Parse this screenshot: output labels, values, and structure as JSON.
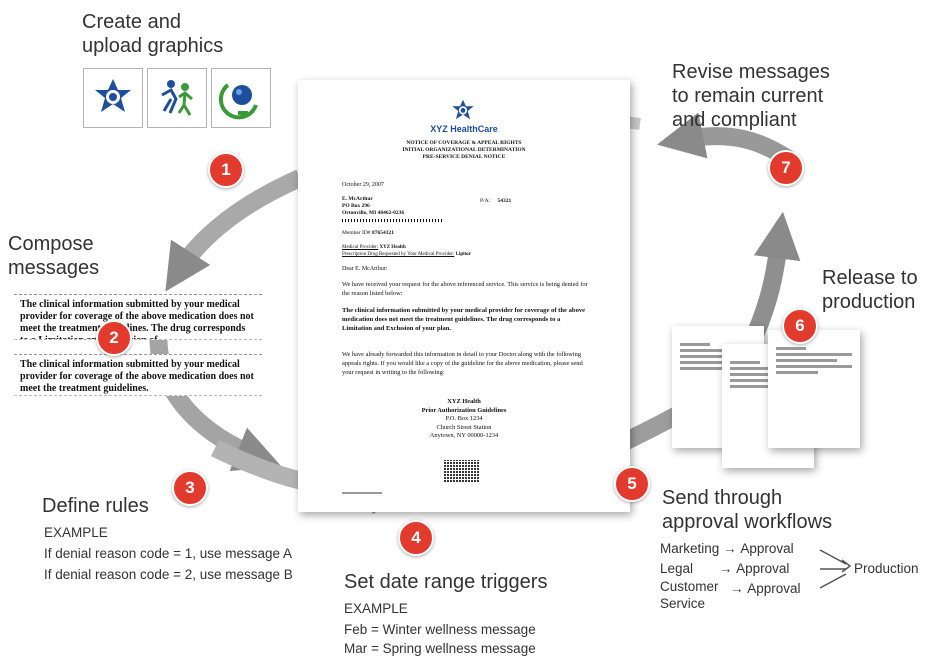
{
  "steps": {
    "s1": {
      "title": "Create and\nupload graphics",
      "num": "1"
    },
    "s2": {
      "title": "Compose\nmessages",
      "num": "2"
    },
    "s3": {
      "title": "Define rules",
      "num": "3",
      "example_label": "EXAMPLE",
      "lines": [
        "If denial reason code = 1, use message A",
        "If denial reason code = 2, use message B"
      ]
    },
    "s4": {
      "title": "Set date range triggers",
      "num": "4",
      "example_label": "EXAMPLE",
      "lines": [
        "Feb = Winter wellness message",
        "Mar = Spring wellness message"
      ]
    },
    "s5": {
      "title": "Send through\napproval workflows",
      "num": "5"
    },
    "s6": {
      "title": "Release to\nproduction",
      "num": "6"
    },
    "s7": {
      "title": "Revise messages\nto remain current\nand compliant",
      "num": "7"
    }
  },
  "workflow": {
    "rows": [
      {
        "from": "Marketing",
        "to": "Approval"
      },
      {
        "from": "Legal",
        "to": "Approval"
      },
      {
        "from": "Customer\nService",
        "to": "Approval"
      }
    ],
    "final": "Production"
  },
  "message_snippets": [
    "The clinical information submitted by your medical provider for coverage of the above medication does not meet the treatment guidelines. The drug corresponds to a Limitation and Exclusion of",
    "The clinical information submitted by your medical provider for coverage of the above medication does not meet the treatment guidelines."
  ],
  "letter": {
    "brand": "XYZ HealthCare",
    "heading": [
      "NOTICE OF COVERAGE & APPEAL RIGHTS",
      "INITIAL ORGANIZATIONAL DETERMINATION",
      "PRE-SERVICE DENIAL NOTICE"
    ],
    "date": "October 29, 2007",
    "address": [
      "E. McArthur",
      "PO Box 296",
      "Ortonville, MI 48462-0236"
    ],
    "pa_label": "P/A:",
    "pa_number": "54321",
    "member_label": "Member ID#",
    "member_id": "87654321",
    "provider_label": "Medical Provider:",
    "provider": "XYZ Health",
    "drug_label": "Prescription Drug Requested by Your Medical Provider:",
    "drug": "Lipitor",
    "salutation": "Dear E. McArthur:",
    "para1": "We have received your request for the above referenced service. This service is being denied for the reason listed below:",
    "para2": "The clinical information submitted by your medical provider for coverage of the above medication does not meet the treatment guidelines. The drug corresponds to a Limitation and Exclusion of your plan.",
    "para3": "We have already forwarded this information in detail to your Doctor along with the following appeals rights. If you would like a copy of the guideline for the above medication, please send your request in writing to the following:",
    "return_addr": [
      "XYZ Health",
      "Prior Authorization Guidelines",
      "P.O. Box 1234",
      "Church Street Station",
      "Anytown, NY 00000-1234"
    ]
  },
  "colors": {
    "badge": "#e23a2c",
    "arrow": "#9b9b9b",
    "brand_blue": "#1f4e9c",
    "green": "#3a9a3a"
  },
  "icons": [
    "star-logo-icon",
    "people-logo-icon",
    "globe-logo-icon"
  ]
}
